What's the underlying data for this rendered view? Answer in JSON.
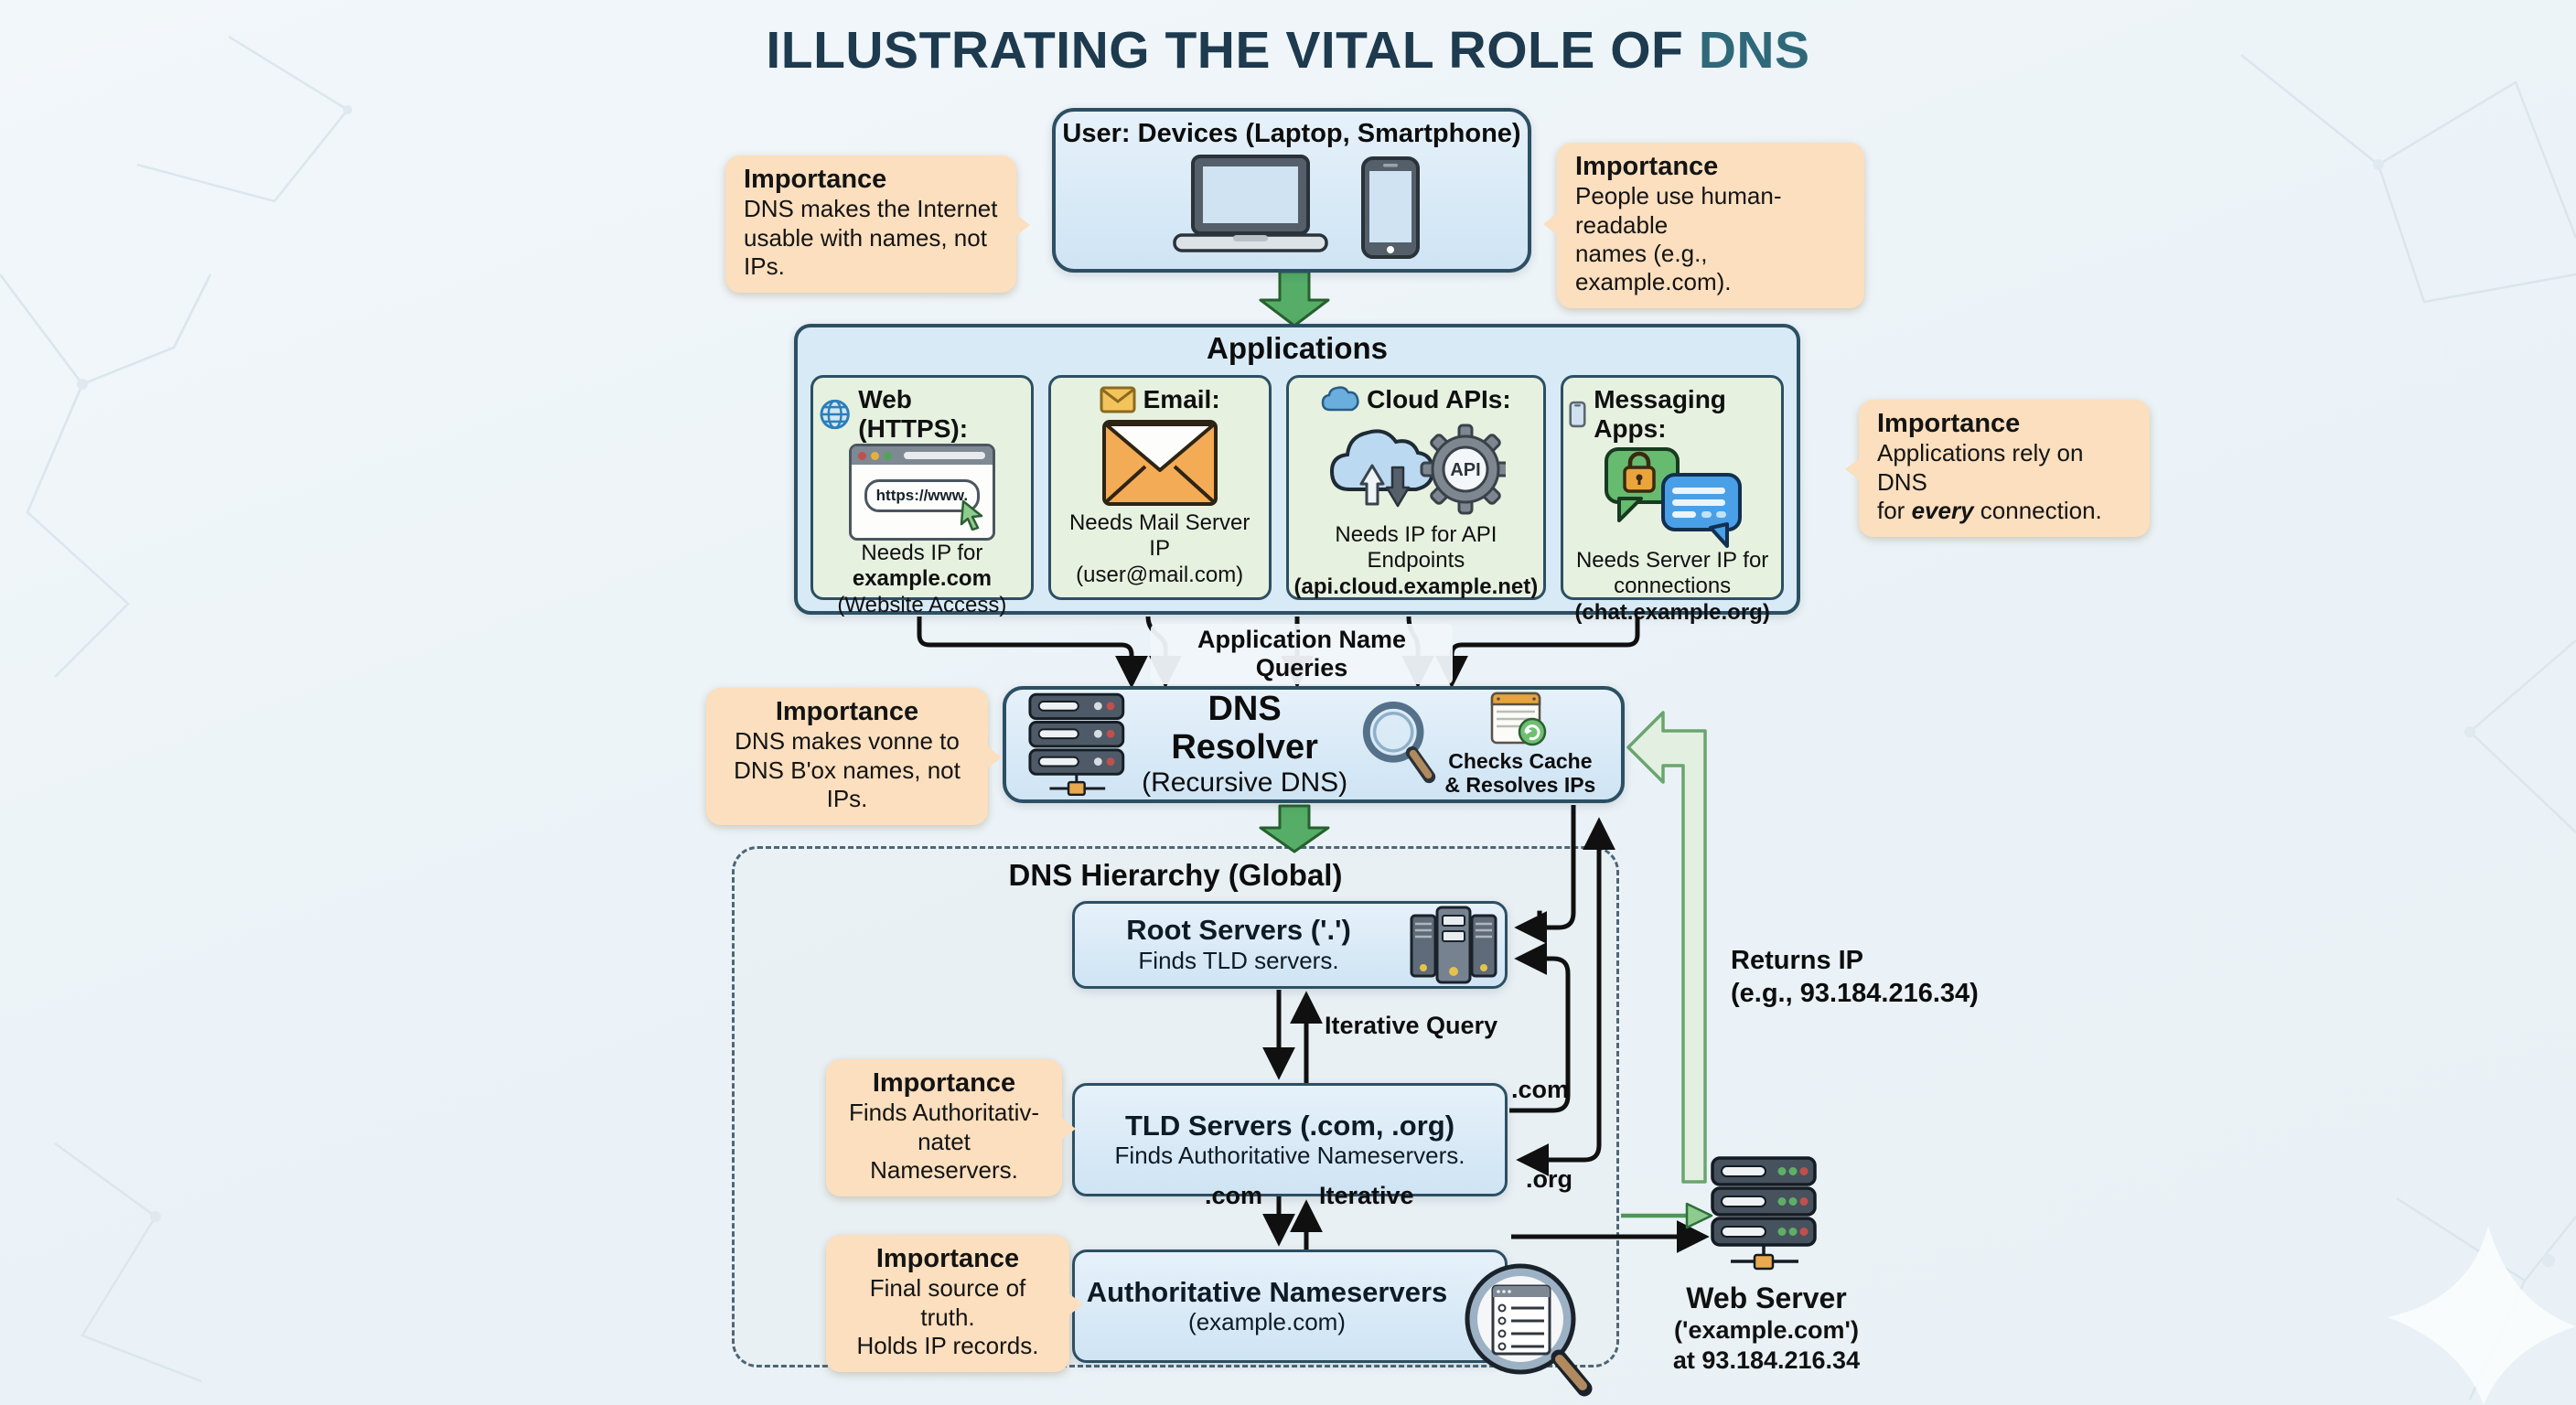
{
  "title": {
    "prefix": "ILLUSTRATING THE VITAL ROLE OF ",
    "highlight": "DNS"
  },
  "user_box": {
    "title": "User: Devices (Laptop, Smartphone)"
  },
  "applications": {
    "title": "Applications",
    "cards": [
      {
        "title": "Web (HTTPS):",
        "browser_url": "https://www.",
        "lines": [
          "Needs IP for",
          "example.com",
          "(Website Access)"
        ]
      },
      {
        "title": "Email:",
        "lines": [
          "Needs Mail Server IP",
          "(user@mail.com)"
        ]
      },
      {
        "title": "Cloud APIs:",
        "gear_label": "API",
        "lines": [
          "Needs IP for API",
          "Endpoints",
          "(api.cloud.example.net)"
        ]
      },
      {
        "title": "Messaging Apps:",
        "lines": [
          "Needs Server IP for",
          "connections",
          "(chat.example.org)"
        ]
      }
    ]
  },
  "resolver": {
    "title": "DNS Resolver",
    "subtitle": "(Recursive DNS)",
    "cache_note_line1": "Checks Cache",
    "cache_note_line2": "& Resolves IPs"
  },
  "hierarchy": {
    "title": "DNS Hierarchy (Global)",
    "root": {
      "title": "Root Servers ('.')",
      "subtitle": "Finds TLD servers."
    },
    "tld": {
      "title": "TLD Servers (.com, .org)",
      "subtitle": "Finds Authoritative Nameservers."
    },
    "authoritative": {
      "title": "Authoritative Nameservers",
      "subtitle": "(example.com)"
    }
  },
  "labels": {
    "app_queries": "Application Name Queries",
    "iterative_query": "Iterative Query",
    "iterative": "Iterative",
    "com_upper": ".com",
    "org": ".org",
    "com_lower": ".com",
    "root_dot": ".",
    "returns_ip_line1": "Returns IP",
    "returns_ip_line2": "(e.g., 93.184.216.34)"
  },
  "web_server": {
    "title": "Web Server",
    "line2": "('example.com')",
    "line3": "at 93.184.216.34"
  },
  "callouts": {
    "internet": {
      "heading": "Importance",
      "line1": "DNS makes the Internet",
      "line2": "usable with names, not IPs."
    },
    "human_readable": {
      "heading": "Importance",
      "line1": "People use human-readable",
      "line2": "names (e.g., example.com)."
    },
    "apps_rely": {
      "heading": "Importance",
      "line1": "Applications rely on DNS",
      "line2_pre": "for ",
      "line2_em": "every",
      "line2_post": " connection."
    },
    "resolver": {
      "heading": "Importance",
      "line1": "DNS makes vonne to",
      "line2": "DNS B'ox names, not IPs."
    },
    "tld": {
      "heading": "Importance",
      "line1": "Finds Authoritativ-",
      "line2": "natet Nameservers."
    },
    "authoritative": {
      "heading": "Importance",
      "line1": "Final source of truth.",
      "line2": "Holds IP records."
    }
  },
  "colors": {
    "box_blue": "#d5e8f5",
    "card_green": "#e7f1e0",
    "callout_peach": "#fbdfbe",
    "arrow_green": "#55ad67",
    "border_dark": "#2c4f63",
    "title_dark": "#1d3a4e",
    "title_accent": "#2f6879"
  }
}
